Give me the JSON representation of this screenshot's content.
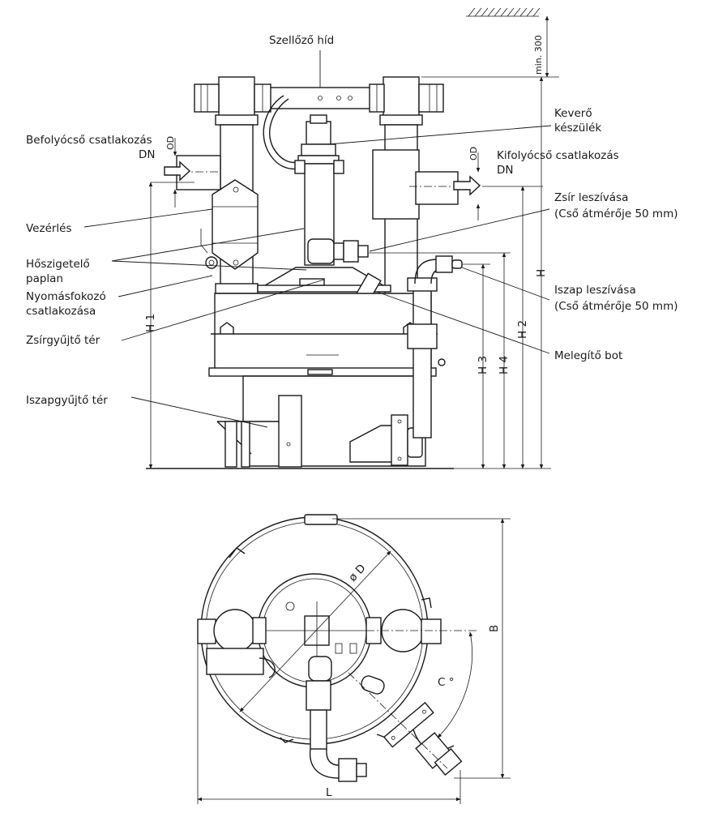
{
  "labels": {
    "vent_bridge": "Szellőző híd",
    "mixer_1": "Keverő",
    "mixer_2": "készülék",
    "inlet_1": "Befolyócső csatlakozás",
    "inlet_2": "DN",
    "outlet_1": "Kifolyócső csatlakozás",
    "outlet_2": "DN",
    "control": "Vezérlés",
    "insulation_1": "Hőszigetelő",
    "insulation_2": "paplan",
    "pressure_1": "Nyomásfokozó",
    "pressure_2": "csatlakozása",
    "grease_space": "Zsírgyűjtő tér",
    "sludge_space": "Iszapgyűjtő tér",
    "grease_suction_1": "Zsír leszívása",
    "grease_suction_2": "(Cső átmérője 50 mm)",
    "sludge_suction_1": "Iszap leszívása",
    "sludge_suction_2": "(Cső átmérője 50 mm)",
    "heating_rod": "Melegítő bot"
  },
  "dimensions": {
    "min300": "min. 300",
    "od_left": "OD",
    "od_right": "OD",
    "H": "H",
    "H1": "H 1",
    "H2": "H 2",
    "H3": "H 3",
    "H4": "H 4",
    "diameter": "ø D",
    "B": "B",
    "C": "C °",
    "L": "L"
  }
}
